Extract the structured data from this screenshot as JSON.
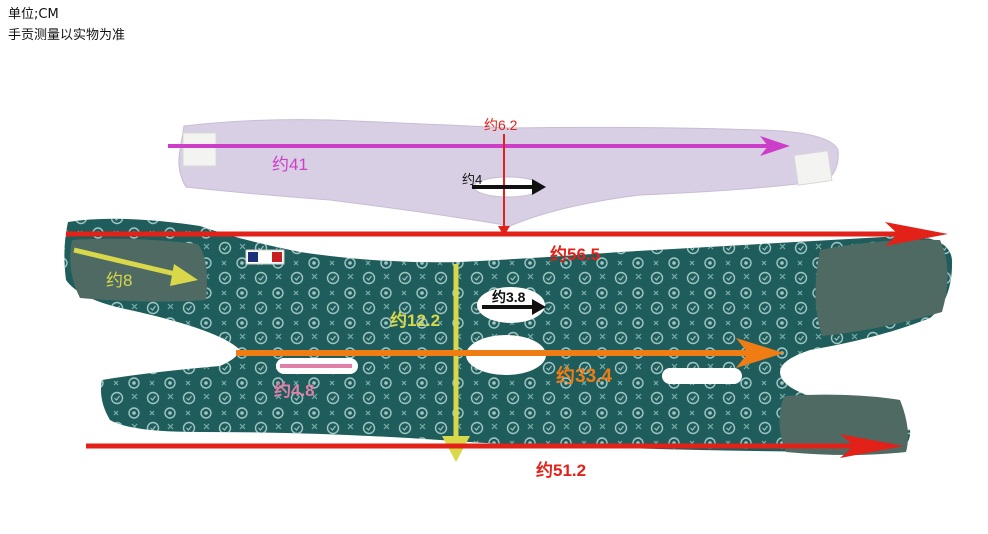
{
  "header": {
    "unit": "单位;CM",
    "note": "手贡测量以实物为准"
  },
  "colors": {
    "strap_lilac": "#d9cfe4",
    "strap_teal": "#1f5c5c",
    "velcro_gray": "#4f6a63",
    "arrow_magenta": "#cc3ec8",
    "arrow_red": "#e22118",
    "arrow_yellow": "#d8d84a",
    "arrow_orange": "#f07d14",
    "arrow_black": "#111111",
    "label_pink": "#e07fa8"
  },
  "measurements": {
    "top_length": "约41",
    "top_width": "约6.2",
    "top_hole": "约4",
    "main_top_length": "约56.5",
    "main_bottom_length": "约51.2",
    "main_middle_length": "约33.4",
    "main_height": "约12.2",
    "main_hole": "约3.8",
    "side_hole": "约4.8",
    "velcro_length": "约8"
  }
}
